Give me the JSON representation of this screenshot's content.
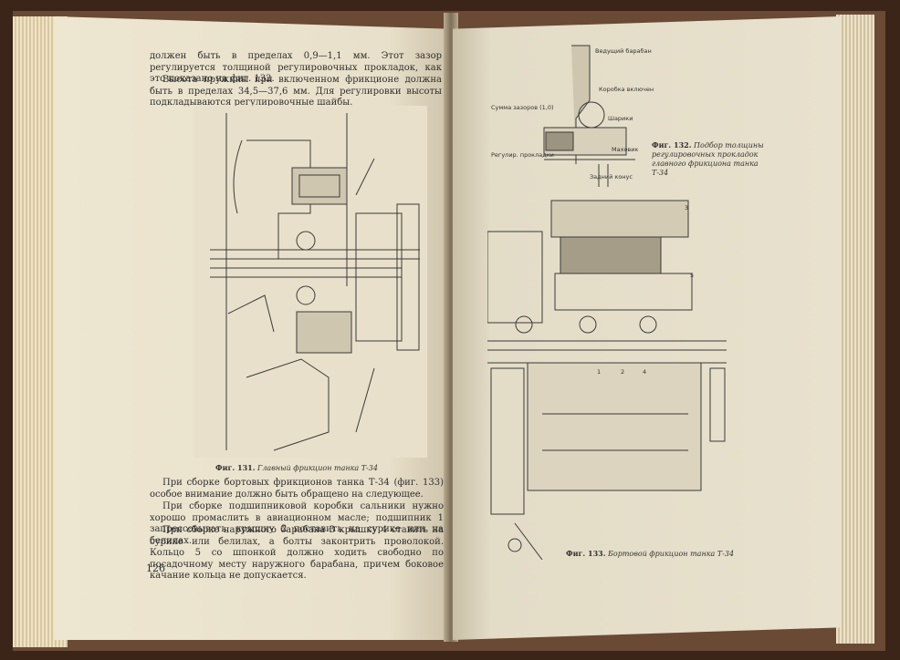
{
  "left_page": {
    "intro_lines": [
      "должен быть в пределах 0,9—1,1 мм. Этот зазор регулируется толщиной регулировочных прокладок, как это показано на фиг. 132.",
      "Высота пружины при включенном фрикционе должна быть в пределах 34,5—37,6 мм. Для регулировки высоты подкладываются регулировочные шайбы."
    ],
    "figure_caption_num": "Фиг. 131.",
    "figure_caption_text": "Главный фрикцион танка Т-34",
    "body_paragraphs": [
      "При сборке бортовых фрикционов танка Т-34 (фиг. 133) особое внимание должно быть обращено на следующее.",
      "При сборке подшипниковой коробки сальники нужно хорошо промаслить в авиационном масле; подшипник 1 запрессовывать; крышку 2 поставить на сурике или на белилах.",
      "При сборке наружного барабана 3 крышку 4 ставить на сурике или белилах, а болты законтрить проволокой. Кольцо 5 со шпонкой должно ходить свободно по посадочному месту наружного барабана, причем боковое качание кольца не допускается."
    ],
    "page_number": "126"
  },
  "right_page": {
    "top_figure_labels": {
      "a": "Ведущий барабан",
      "b": "Коробка включения",
      "c": "Сумма зазоров (1,0)",
      "d": "Шарики",
      "e": "Регулир. прокладки",
      "f": "Маховик",
      "g": "Задний конус"
    },
    "top_figure_caption_num": "Фиг. 132.",
    "top_figure_caption_text": "Подбор толщины регулировочных прокладок главного фрикциона танка Т-34",
    "bottom_figure_numbers": [
      "1",
      "2",
      "3",
      "4",
      "5"
    ],
    "bottom_figure_caption_num": "Фиг. 133.",
    "bottom_figure_caption_text": "Бортовой фрикцион танка Т-34"
  }
}
